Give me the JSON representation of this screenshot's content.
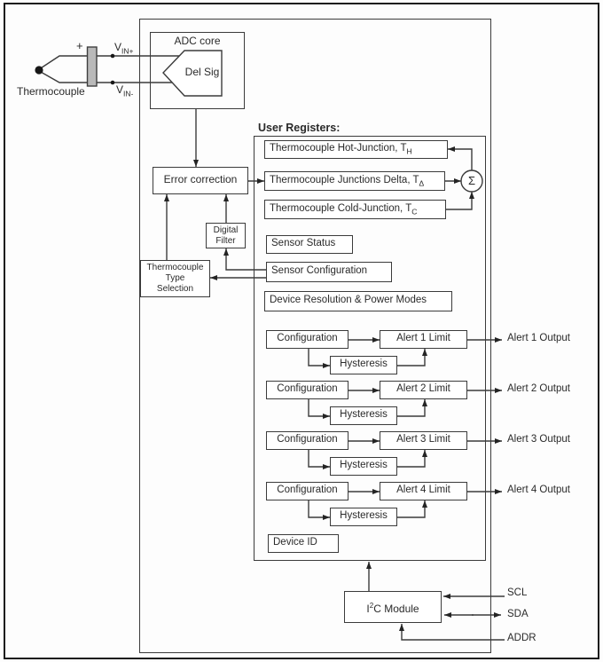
{
  "colors": {
    "line": "#3b3b3b",
    "text": "#2a2a2a",
    "terminal_fill": "#b9b9b9"
  },
  "input": {
    "thermocouple_label": "Thermocouple",
    "plus_sign": "+",
    "vin_plus": {
      "main": "V",
      "sub": "IN+"
    },
    "vin_minus": {
      "main": "V",
      "sub": "IN-"
    }
  },
  "adc": {
    "title": "ADC core",
    "modulator": "Del Sig"
  },
  "processing": {
    "error_correction": "Error correction",
    "digital_filter": [
      "Digital",
      "Filter"
    ],
    "type_selection": [
      "Thermocouple",
      "Type",
      "Selection"
    ]
  },
  "user_registers": {
    "title": "User Registers:",
    "hot_junction": {
      "text": "Thermocouple Hot-Junction, T",
      "sub": "H"
    },
    "junctions_delta": {
      "text": "Thermocouple Junctions Delta, T",
      "sub": "Δ"
    },
    "cold_junction": {
      "text": "Thermocouple Cold-Junction, T",
      "sub": "C"
    },
    "sigma": "Σ",
    "sensor_status": "Sensor Status",
    "sensor_configuration": "Sensor Configuration",
    "device_resolution": "Device Resolution & Power Modes",
    "device_id": "Device ID"
  },
  "alerts": [
    {
      "config": "Configuration",
      "limit": "Alert 1 Limit",
      "hysteresis": "Hysteresis",
      "output": "Alert 1 Output"
    },
    {
      "config": "Configuration",
      "limit": "Alert 2 Limit",
      "hysteresis": "Hysteresis",
      "output": "Alert 2 Output"
    },
    {
      "config": "Configuration",
      "limit": "Alert 3 Limit",
      "hysteresis": "Hysteresis",
      "output": "Alert 3 Output"
    },
    {
      "config": "Configuration",
      "limit": "Alert 4 Limit",
      "hysteresis": "Hysteresis",
      "output": "Alert 4 Output"
    }
  ],
  "i2c": {
    "pre": "I",
    "sup": "2",
    "post": "C Module"
  },
  "pins": {
    "scl": "SCL",
    "sda": "SDA",
    "addr": "ADDR"
  }
}
